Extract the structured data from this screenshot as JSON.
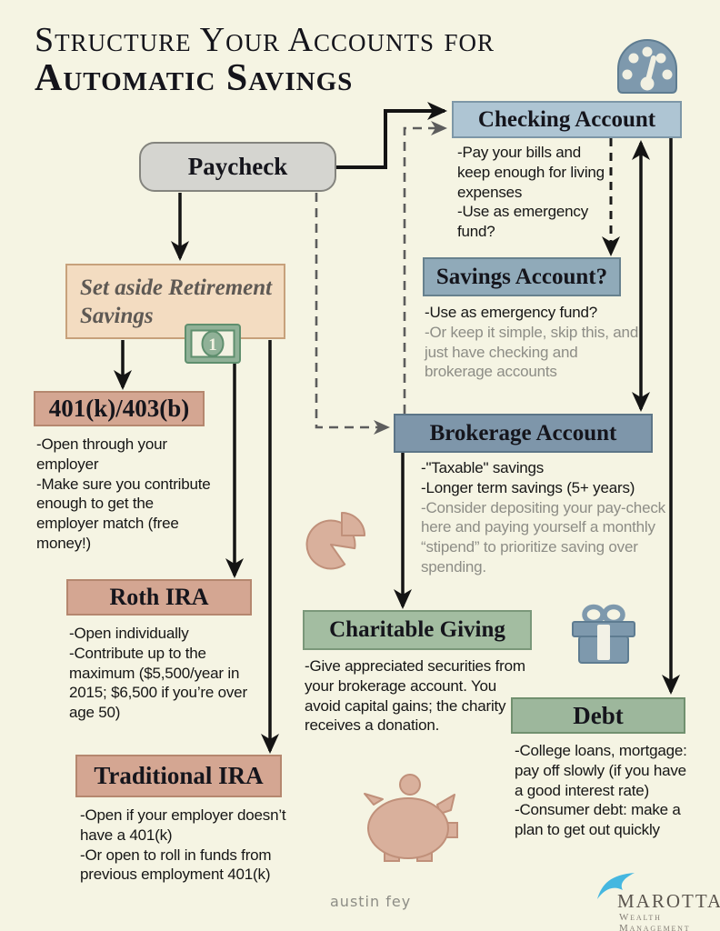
{
  "title": {
    "line1": "Structure Your Accounts for",
    "line2": "Automatic Savings"
  },
  "nodes": {
    "paycheck": {
      "label": "Paycheck"
    },
    "checking": {
      "label": "Checking Account",
      "note1": "-Pay your bills and keep enough for living expenses",
      "note2": "-Use as emergency fund?"
    },
    "savings": {
      "label": "Savings Account?",
      "note1": "-Use as emergency fund?",
      "note2": "-Or keep it simple, skip this, and just have checking and brokerage accounts"
    },
    "retirement": {
      "label": "Set aside Retirement Savings"
    },
    "k401": {
      "label": "401(k)/403(b)",
      "note1": "-Open through your employer",
      "note2": "-Make sure you contribute enough to get the employer match (free money!)"
    },
    "roth": {
      "label": "Roth IRA",
      "note1": "-Open individually",
      "note2": "-Contribute up to the maximum ($5,500/year in 2015; $6,500 if you’re over age 50)"
    },
    "traditional": {
      "label": "Traditional IRA",
      "note1": "-Open if your employer doesn’t have a 401(k)",
      "note2": "-Or open to roll in funds from previous employment 401(k)"
    },
    "brokerage": {
      "label": "Brokerage Account",
      "note1": "-\"Taxable\" savings",
      "note2": "-Longer term savings (5+ years)",
      "note3": "-Consider depositing your pay-check here and paying yourself a monthly “stipend” to prioritize saving over spending."
    },
    "charitable": {
      "label": "Charitable Giving",
      "note1": "-Give appreciated securities from your brokerage account. You avoid capital gains; the charity receives a donation."
    },
    "debt": {
      "label": "Debt",
      "note1": "-College loans, mortgage: pay off slowly (if you have a good interest rate)",
      "note2": "-Consumer debt: make a plan to get out quickly"
    }
  },
  "edges": [
    {
      "from": "Paycheck",
      "to": "Checking Account",
      "style": "solid"
    },
    {
      "from": "Paycheck",
      "to": "Set aside Retirement Savings",
      "style": "solid"
    },
    {
      "from": "Paycheck",
      "to": "Brokerage Account",
      "style": "dashed"
    },
    {
      "from": "Brokerage Account",
      "to": "Checking Account",
      "style": "dashed"
    },
    {
      "from": "Checking Account",
      "to": "Savings Account?",
      "style": "dashed"
    },
    {
      "from": "Checking Account",
      "to": "Brokerage Account",
      "style": "solid-bidirectional"
    },
    {
      "from": "Checking Account",
      "to": "Debt",
      "style": "solid"
    },
    {
      "from": "Set aside Retirement Savings",
      "to": "401(k)/403(b)",
      "style": "solid"
    },
    {
      "from": "Set aside Retirement Savings",
      "to": "Roth IRA",
      "style": "solid"
    },
    {
      "from": "Set aside Retirement Savings",
      "to": "Traditional IRA",
      "style": "solid"
    },
    {
      "from": "Brokerage Account",
      "to": "Charitable Giving",
      "style": "solid"
    }
  ],
  "icons": {
    "speedometer": "speedometer-gauge",
    "money_bill": "one-dollar-bill",
    "money_bill_value": "1",
    "pie_chart": "pie-chart-with-pulled-slice",
    "gift": "gift-box",
    "piggy_bank": "piggy-bank-with-coin",
    "logo_swoosh": "blue-wave-swoosh"
  },
  "footer": {
    "signature": "austin fey",
    "brand_name": "MAROTTA",
    "brand_tagline": "Wealth Management"
  },
  "colors": {
    "background": "#f5f4e3",
    "checking_blue": "#aec5d3",
    "savings_blue": "#90aab9",
    "brokerage_blue": "#7e96aa",
    "salmon": "#d4a692",
    "peach": "#f3dcc1",
    "charitable_green": "#a3bda1",
    "debt_green": "#9db79c",
    "paycheck_gray": "#d5d5d0",
    "icon_blue": "#7e99ad",
    "icon_salmon": "#d9b09c",
    "bill_green": "#90b197",
    "ink": "#161616",
    "muted_text": "#8d8d86",
    "logo_blue": "#45b7e0"
  }
}
